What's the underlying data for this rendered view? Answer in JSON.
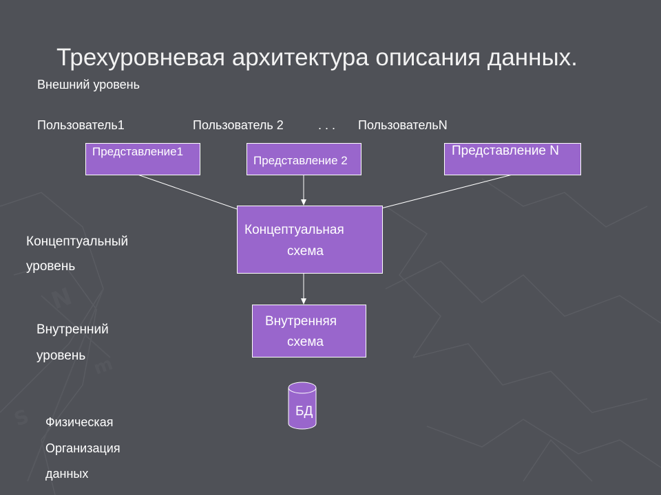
{
  "slide": {
    "title": "Трехуровневая архитектура описания данных.",
    "external_level": "Внешний уровень",
    "users": {
      "user1": "Пользователь1",
      "user2": "Пользователь 2",
      "ellipsis": ". . .",
      "userN": "ПользовательN"
    },
    "views": {
      "view1": "Представление1",
      "view2": "Представление 2",
      "viewN": "Представление N"
    },
    "conceptual_level": {
      "line1": "Концептуальный",
      "line2": "уровень"
    },
    "conceptual_schema": {
      "line1": "Концептуальная",
      "line2": "схема"
    },
    "internal_level": {
      "line1": "Внутренний",
      "line2": "уровень"
    },
    "internal_schema": {
      "line1": "Внутренняя",
      "line2": "схема"
    },
    "database": "БД",
    "physical_org": {
      "line1": "Физическая",
      "line2": "Организация",
      "line3": "данных"
    }
  },
  "colors": {
    "background": "#4f5157",
    "box_fill": "#9966cc",
    "box_border": "#ffffff",
    "text": "#ffffff",
    "connector": "#ffffff"
  }
}
